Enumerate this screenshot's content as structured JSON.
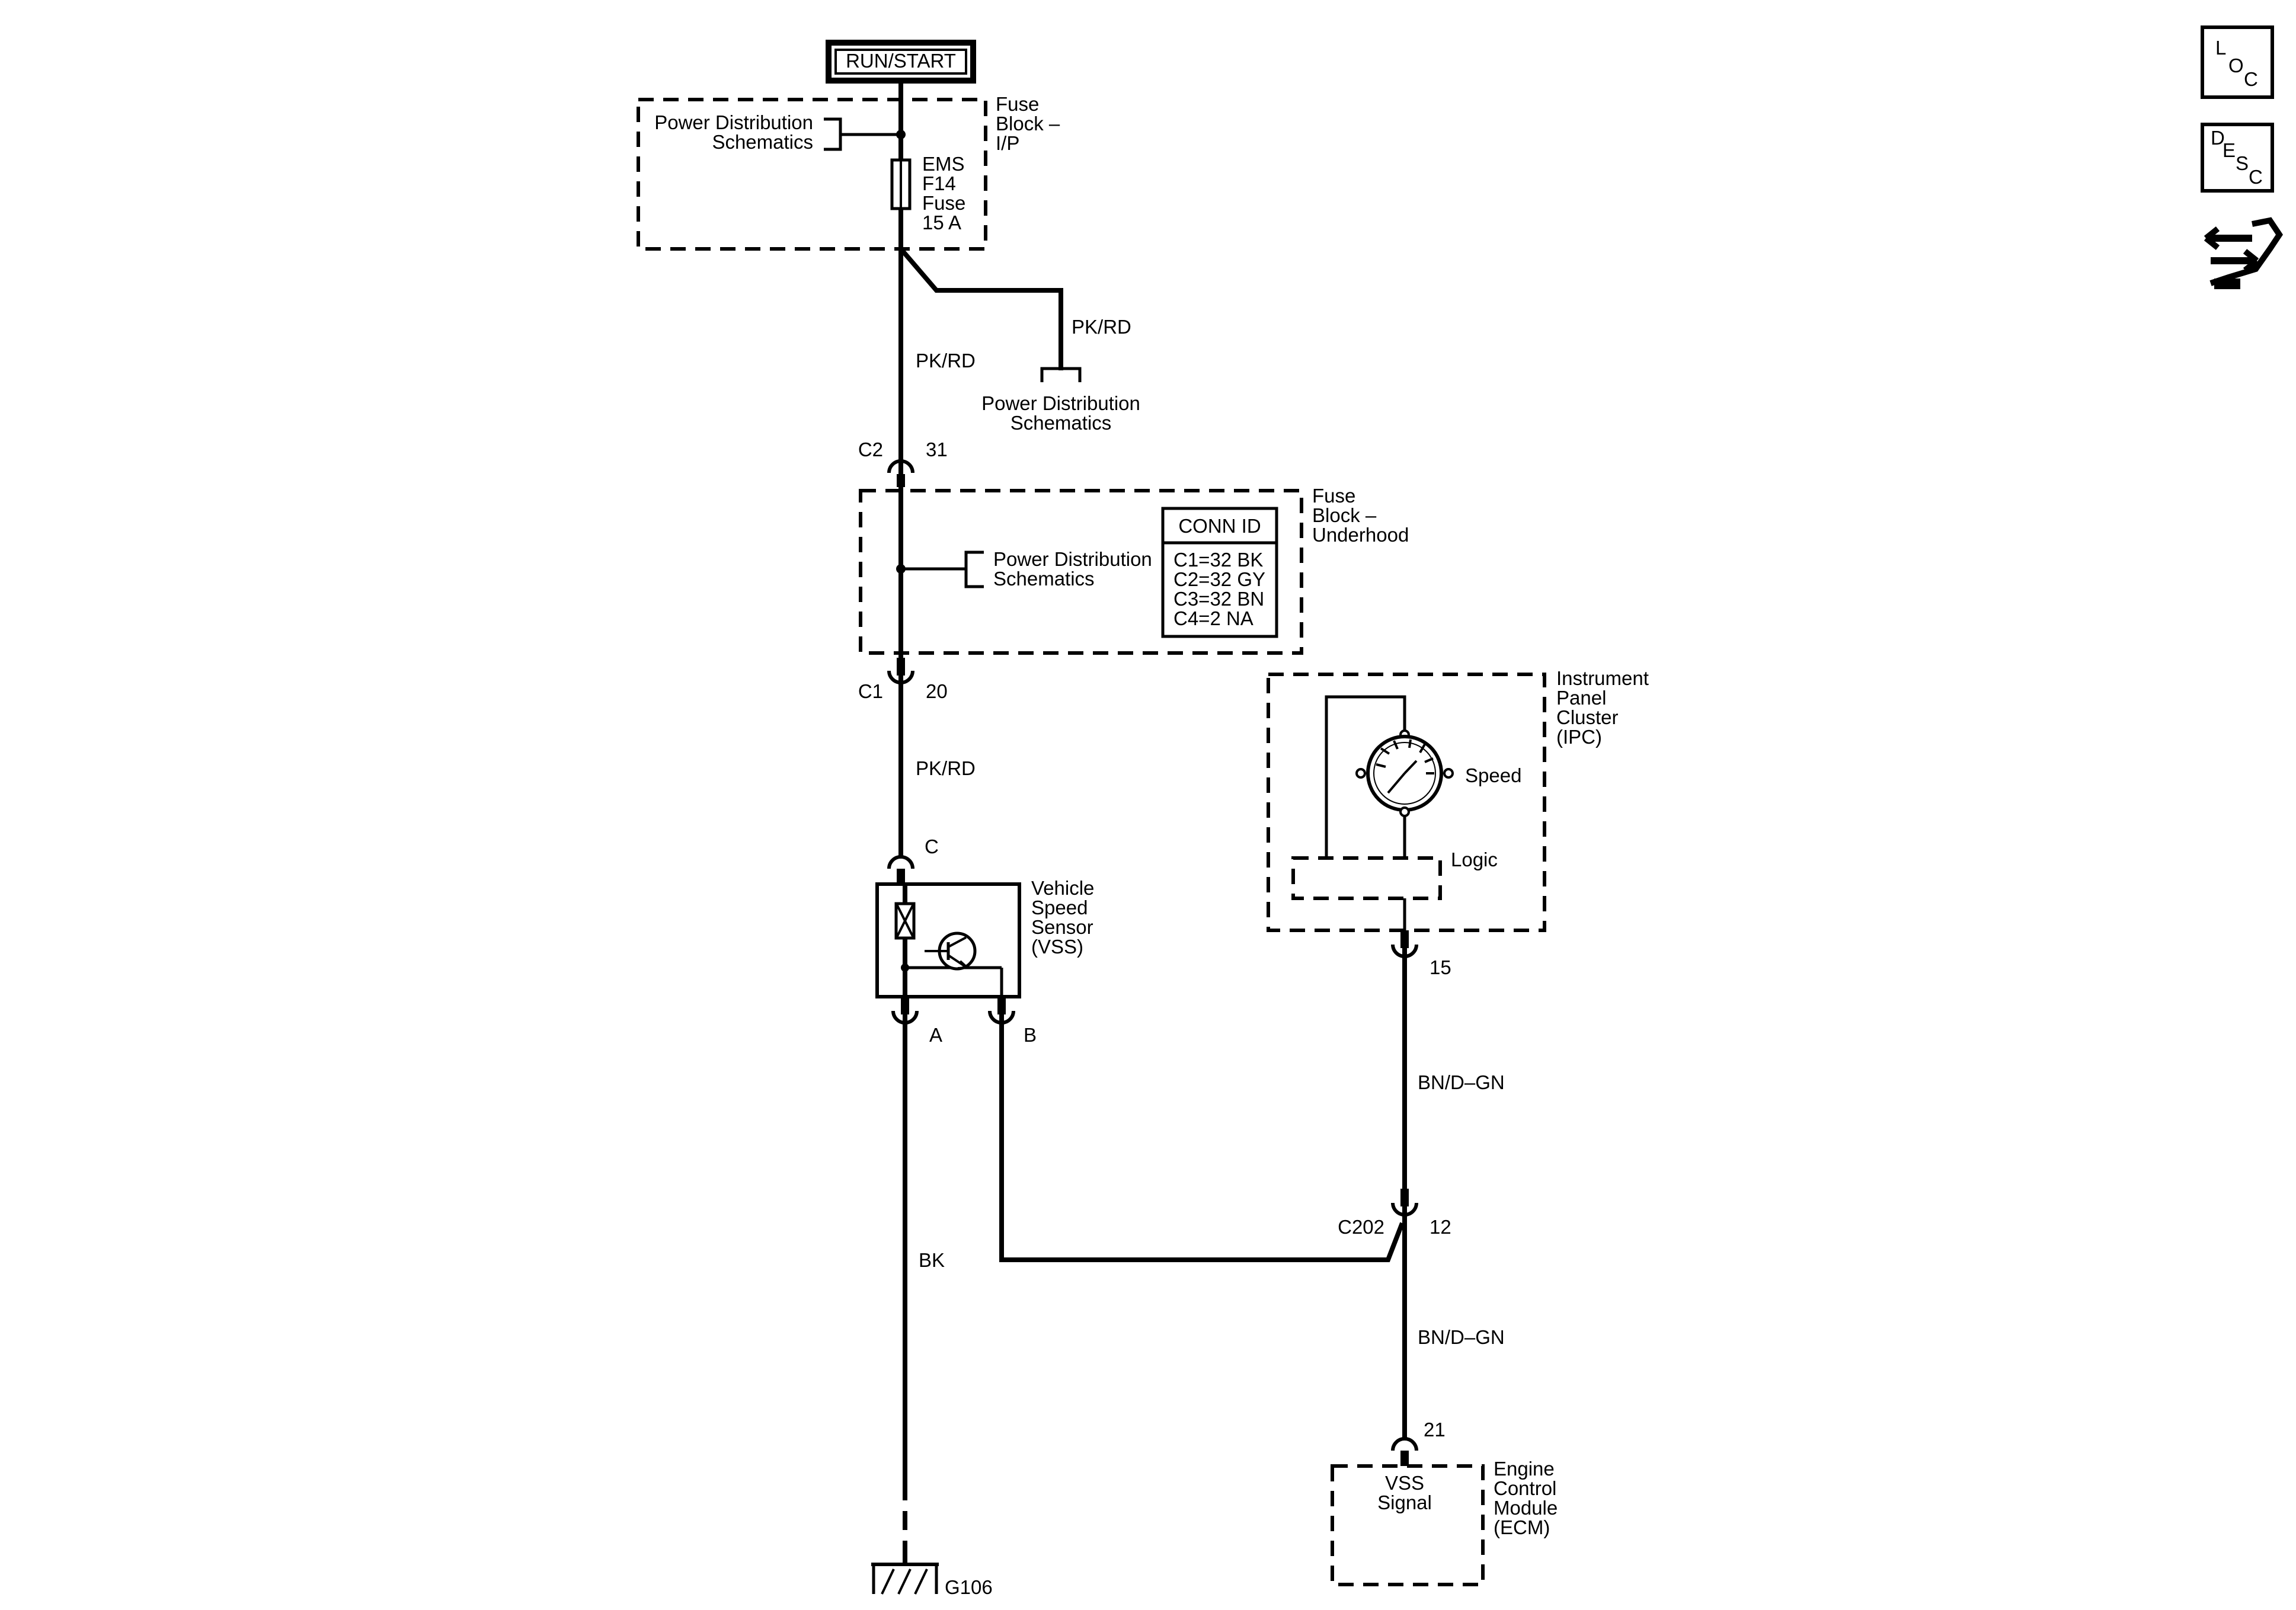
{
  "power": {
    "run_start": "RUN/START"
  },
  "fuse_block_ip": {
    "title_line1": "Fuse",
    "title_line2": "Block –",
    "title_line3": "I/P",
    "power_ref_line1": "Power Distribution",
    "power_ref_line2": "Schematics",
    "fuse_line1": "EMS",
    "fuse_line2": "F14",
    "fuse_line3": "Fuse",
    "fuse_line4": "15 A"
  },
  "branch": {
    "wire_color": "PK/RD",
    "ref_line1": "Power Distribution",
    "ref_line2": "Schematics"
  },
  "wires": {
    "fuse_to_c2": "PK/RD",
    "c1_to_vss": "PK/RD",
    "vss_ground": "BK",
    "ipc_to_c202": "BN/D–GN",
    "c202_to_ecm": "BN/D–GN"
  },
  "connectors": {
    "c2_name": "C2",
    "c2_pin": "31",
    "c1_name": "C1",
    "c1_pin": "20",
    "vss_c": "C",
    "vss_a": "A",
    "vss_b": "B",
    "ipc_pin": "15",
    "c202_name": "C202",
    "c202_pin": "12",
    "ecm_pin": "21"
  },
  "fuse_block_underhood": {
    "title_line1": "Fuse",
    "title_line2": "Block –",
    "title_line3": "Underhood",
    "power_ref_line1": "Power Distribution",
    "power_ref_line2": "Schematics",
    "conn_id_header": "CONN ID",
    "conn_ids": [
      "C1=32 BK",
      "C2=32 GY",
      "C3=32 BN",
      "C4=2 NA"
    ]
  },
  "ipc": {
    "title_line1": "Instrument",
    "title_line2": "Panel",
    "title_line3": "Cluster",
    "title_line4": "(IPC)",
    "gauge_label": "Speed",
    "logic_label": "Logic"
  },
  "vss": {
    "title_line1": "Vehicle",
    "title_line2": "Speed",
    "title_line3": "Sensor",
    "title_line4": "(VSS)"
  },
  "ecm": {
    "title_line1": "Engine",
    "title_line2": "Control",
    "title_line3": "Module",
    "title_line4": "(ECM)",
    "signal_line1": "VSS",
    "signal_line2": "Signal"
  },
  "ground": {
    "name": "G106"
  },
  "nav": {
    "loc": {
      "l": "L",
      "o": "O",
      "c": "C"
    },
    "desc": {
      "d": "D",
      "e": "E",
      "s": "S",
      "c": "C"
    },
    "connector_icon": "connector-end-view-icon"
  },
  "colors": {
    "ink": "#000000",
    "background": "#ffffff"
  }
}
